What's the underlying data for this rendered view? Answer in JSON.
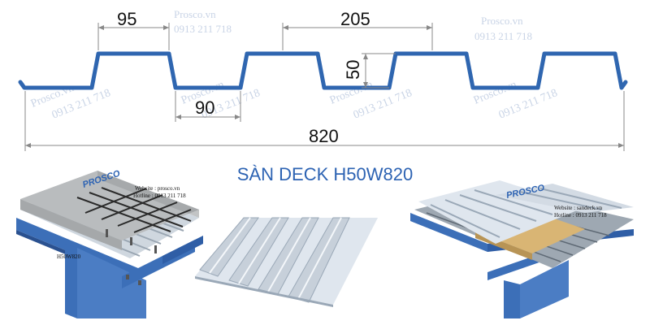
{
  "watermark": {
    "site": "Prosco.vn",
    "phone": "0913 211 718"
  },
  "dimensions": {
    "top_rib_width": "95",
    "pitch": "205",
    "rib_height": "50",
    "bottom_width": "90",
    "total_width": "820"
  },
  "title": "SÀN DECK H50W820",
  "left_photo": {
    "logo": "PROSCO",
    "website": "Website : prosco.vn",
    "hotline": "Hotline : 0913 211 718",
    "product_label": "H50W820"
  },
  "right_photo": {
    "logo": "PROSCO",
    "website": "Website : sandeck.vn",
    "hotline": "Hotline : 0913 211 718"
  },
  "colors": {
    "profile": "#2f66b0",
    "title": "#2d63b3",
    "steel": "#3c6fb8",
    "sheet": "#dfe6ee",
    "concrete": "#b9bcbe",
    "insulation": "#d9b574",
    "watermark": "#c9d4e6"
  }
}
